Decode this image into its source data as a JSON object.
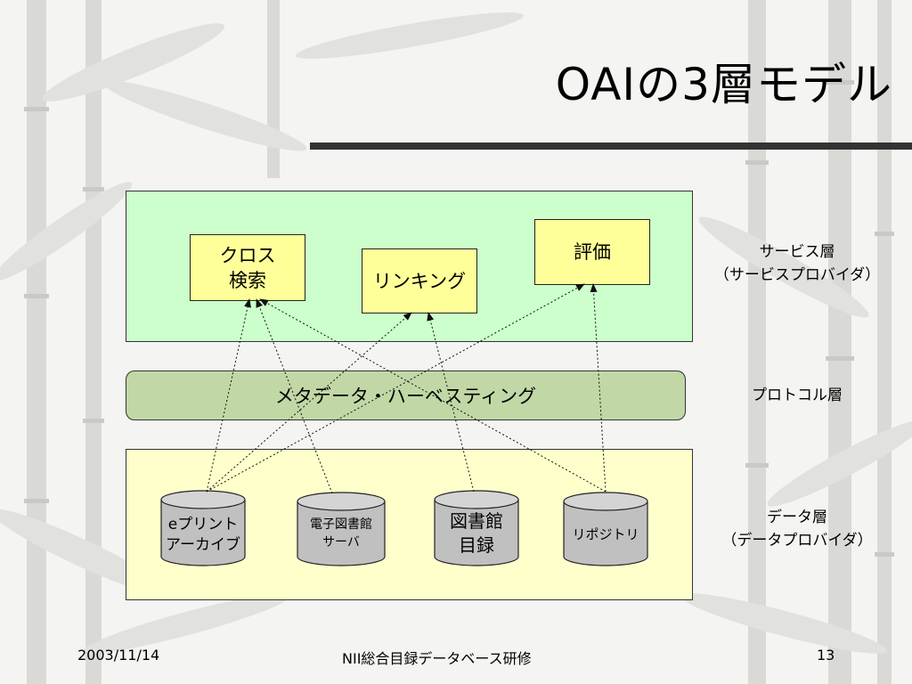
{
  "slide": {
    "title": "OAIの3層モデル",
    "service_boxes": {
      "cross": [
        "クロス",
        "検索"
      ],
      "link": [
        "リンキング"
      ],
      "eval": [
        "評価"
      ]
    },
    "protocol_label": "メタデータ・ハーベスティング",
    "repositories": {
      "eprint": [
        "eプリント",
        "アーカイブ"
      ],
      "elib": [
        "電子図書館",
        "サーバ"
      ],
      "catalog": [
        "図書館",
        "目録"
      ],
      "repo": [
        "リポジトリ"
      ]
    },
    "layers": {
      "service": [
        "サービス層",
        "（サービスプロバイダ）"
      ],
      "protocol": [
        "プロトコル層"
      ],
      "data": [
        "データ層",
        "（データプロバイダ）"
      ]
    }
  },
  "footer": {
    "date": "2003/11/14",
    "center": "NII総合目録データベース研修",
    "page": "13"
  },
  "colors": {
    "service_layer": "#ccffcc",
    "protocol_layer": "#c1d8a6",
    "data_layer": "#ffffcc",
    "service_box": "#ffff99",
    "cylinder": "#c0c0c0"
  }
}
